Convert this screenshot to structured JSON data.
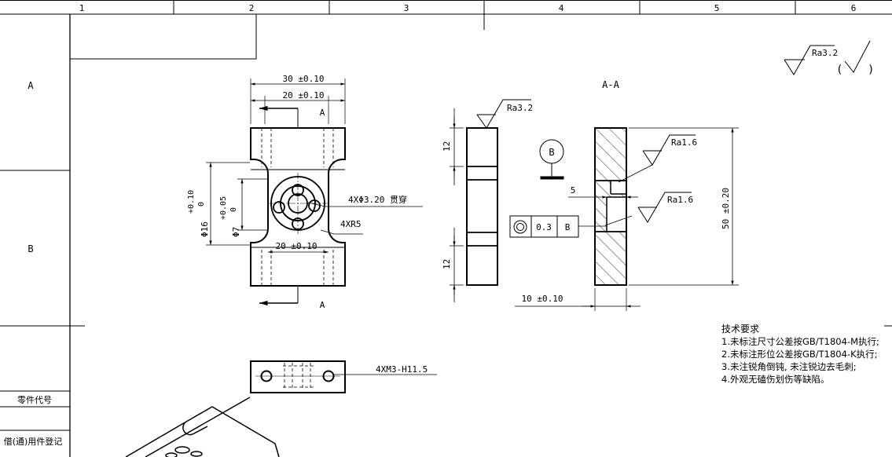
{
  "frame": {
    "columns": [
      "1",
      "2",
      "3",
      "4",
      "5",
      "6"
    ],
    "rows": [
      "A",
      "B"
    ],
    "side_labels": [
      "零件代号",
      "借(通)用件登记"
    ]
  },
  "surface": {
    "general": "Ra3.2"
  },
  "front_view": {
    "dim_width": "30 ±0.10",
    "dim_inner": "20 ±0.10",
    "dim_lower": "20 ±0.10",
    "section_mark": "A",
    "dim_d16": "Φ16",
    "dim_d16_tol_upper": "+0.10",
    "dim_d16_tol_lower": "0",
    "dim_d7": "Φ7",
    "dim_d7_tol_upper": "+0.05",
    "dim_d7_tol_lower": "0",
    "holes_note": "4XΦ3.20 贯穿",
    "radius_note": "4XR5"
  },
  "side_view": {
    "roughness": "Ra3.2",
    "dim_12": "12"
  },
  "datum": {
    "label": "B"
  },
  "fcf": {
    "symbol": "◎",
    "tolerance": "0.3",
    "datum": "B"
  },
  "section_view": {
    "title": "A-A",
    "ra_upper": "Ra1.6",
    "ra_lower": "Ra1.6",
    "dim_5": "5",
    "dim_height": "50 ±0.20",
    "dim_width": "10 ±0.10"
  },
  "bottom_view": {
    "thread_note": "4XM3-H11.5"
  },
  "tech": {
    "heading": "技术要求",
    "items": [
      "1.未标注尺寸公差按GB/T1804-M执行;",
      "2.未标注形位公差按GB/T1804-K执行;",
      "3.未注锐角倒钝, 未注锐边去毛刺;",
      "4.外观无磕伤划伤等缺陷。"
    ]
  }
}
